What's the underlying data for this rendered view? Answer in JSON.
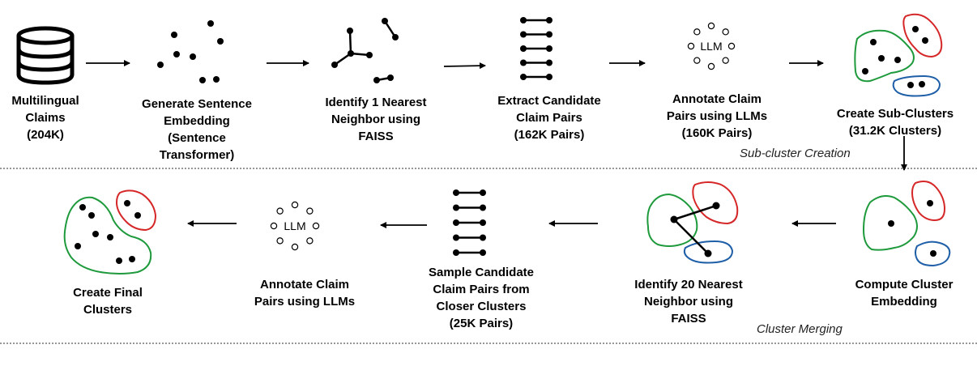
{
  "steps": {
    "multilingual_claims": [
      "Multilingual",
      "Claims",
      "(204K)"
    ],
    "generate_embedding": [
      "Generate Sentence",
      "Embedding",
      "(Sentence",
      "Transformer)"
    ],
    "identify_1nn": [
      "Identify 1 Nearest",
      "Neighbor using",
      "FAISS"
    ],
    "extract_pairs": [
      "Extract Candidate",
      "Claim Pairs",
      "(162K Pairs)"
    ],
    "annotate_pairs_top": [
      "Annotate Claim",
      "Pairs using LLMs",
      "(160K Pairs)"
    ],
    "create_subclusters": [
      "Create Sub-Clusters",
      "(31.2K Clusters)"
    ],
    "compute_cluster_embedding": [
      "Compute Cluster",
      "Embedding"
    ],
    "identify_20nn": [
      "Identify 20 Nearest",
      "Neighbor using",
      "FAISS"
    ],
    "sample_pairs": [
      "Sample Candidate",
      "Claim Pairs from",
      "Closer Clusters",
      "(25K Pairs)"
    ],
    "annotate_pairs_bottom": [
      "Annotate Claim",
      "Pairs using LLMs"
    ],
    "create_final_clusters": [
      "Create Final",
      "Clusters"
    ]
  },
  "phases": {
    "top": "Sub-cluster Creation",
    "bottom": "Cluster Merging"
  },
  "llm_label": "LLM",
  "colors": {
    "green": "#1e9a3c",
    "red": "#d62728",
    "blue": "#1f5fa8",
    "ink": "#000000"
  }
}
